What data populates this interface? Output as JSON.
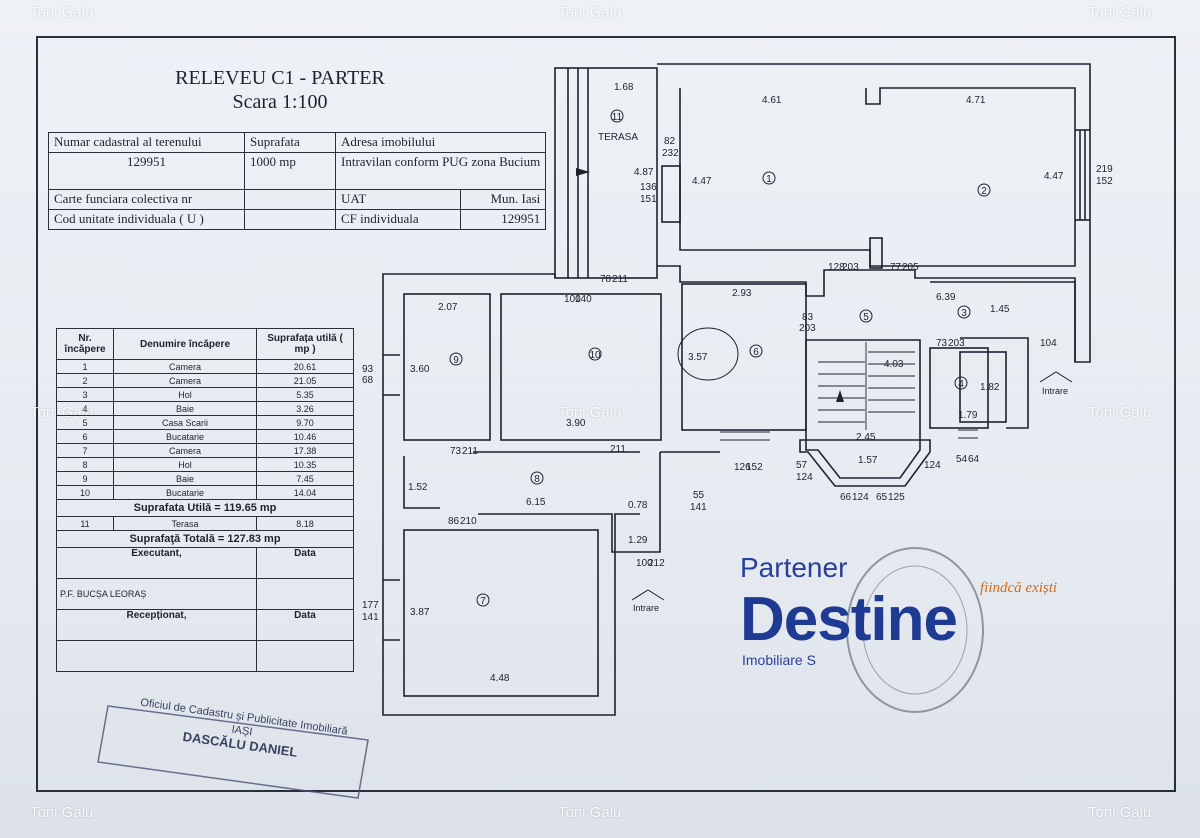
{
  "watermarks": [
    "Toni Galu",
    "Toni Galu",
    "Toni Galu",
    "Toni Galu",
    "Toni Galu",
    "Toni Galu",
    "Toni Galu",
    "Toni Galu",
    "Toni Galu"
  ],
  "title": {
    "line1": "RELEVEU C1 - PARTER",
    "line2": "Scara 1:100"
  },
  "info_table": {
    "h1": "Numar cadastral al terenului",
    "h2": "Suprafata",
    "h3": "Adresa imobilului",
    "cad_nr": "129951",
    "area": "1000 mp",
    "address": "Intravilan conform PUG zona Bucium",
    "cf_colectiva": "Carte funciara colectiva nr",
    "uat_label": "UAT",
    "uat_value": "Mun. Iasi",
    "cod_unitate": "Cod unitate individuala ( U )",
    "cf_ind_label": "CF individuala",
    "cf_ind_value": "129951"
  },
  "rooms_table": {
    "h_nr": "Nr. încăpere",
    "h_name": "Denumire încăpere",
    "h_area": "Suprafața utilă ( mp )",
    "rows": [
      {
        "nr": "1",
        "name": "Camera",
        "area": "20.61"
      },
      {
        "nr": "2",
        "name": "Camera",
        "area": "21.05"
      },
      {
        "nr": "3",
        "name": "Hol",
        "area": "5.35"
      },
      {
        "nr": "4",
        "name": "Baie",
        "area": "3.26"
      },
      {
        "nr": "5",
        "name": "Casa Scarii",
        "area": "9.70"
      },
      {
        "nr": "6",
        "name": "Bucatarie",
        "area": "10.46"
      },
      {
        "nr": "7",
        "name": "Camera",
        "area": "17.38"
      },
      {
        "nr": "8",
        "name": "Hol",
        "area": "10.35"
      },
      {
        "nr": "9",
        "name": "Baie",
        "area": "7.45"
      },
      {
        "nr": "10",
        "name": "Bucatarie",
        "area": "14.04"
      }
    ],
    "suprafata_utila": "Suprafata Utilă = 119.65 mp",
    "terasa_nr": "11",
    "terasa_name": "Terasa",
    "terasa_area": "8.18",
    "suprafata_totala": "Suprafaţă Totală = 127.83 mp",
    "executant": "Executant,",
    "data1": "Data",
    "executant_name": "P.F. BUCȘA LEORAȘ",
    "receptionat": "Recepționat,",
    "data2": "Data"
  },
  "plan": {
    "room_numbers": [
      "1",
      "2",
      "3",
      "4",
      "5",
      "6",
      "7",
      "8",
      "9",
      "10",
      "11"
    ],
    "terasa": "TERASA",
    "intrare": "Intrare",
    "dims": {
      "d168": "1.68",
      "d461": "4.61",
      "d471": "4.71",
      "d447a": "4.47",
      "d447b": "4.47",
      "d487": "4.87",
      "f82": "82",
      "f232": "232",
      "f136": "136",
      "f151": "151",
      "f219": "219",
      "f152": "152",
      "d293": "2.93",
      "d639": "6.39",
      "d145": "1.45",
      "d207": "2.07",
      "d360": "3.60",
      "d357": "3.57",
      "d403": "4.03",
      "d182": "1.82",
      "d179": "1.79",
      "d245": "2.45",
      "d157": "1.57",
      "d390": "3.90",
      "d152": "1.52",
      "d615": "6.15",
      "d078": "0.78",
      "d129": "1.29",
      "d387": "3.87",
      "d448": "4.48",
      "f100": "100",
      "f140": "140",
      "f78": "78",
      "f211": "211",
      "f128": "128",
      "f203": "203",
      "f77": "77",
      "f205": "205",
      "f83": "83",
      "f93": "93",
      "f68": "68",
      "f73": "73",
      "f104": "104",
      "f126": "126",
      "f57": "57",
      "f124": "124",
      "f66": "66",
      "f65": "65",
      "f125": "125",
      "f55": "55",
      "f141": "141",
      "f86": "86",
      "f210": "210",
      "f212": "212",
      "f177": "177",
      "f54": "54",
      "f64": "64"
    }
  },
  "logo": {
    "partener": "Partener",
    "name": "Destine",
    "sub": "Imobiliare S",
    "tagline": "fiindcă exiști",
    "accent": "#f0a020",
    "brand": "#1f3a93"
  },
  "stamp": {
    "line1": "Oficiul de Cadastru și Publicitate Imobiliară",
    "line2": "IAȘI",
    "name": "DASCĂLU DANIEL"
  }
}
